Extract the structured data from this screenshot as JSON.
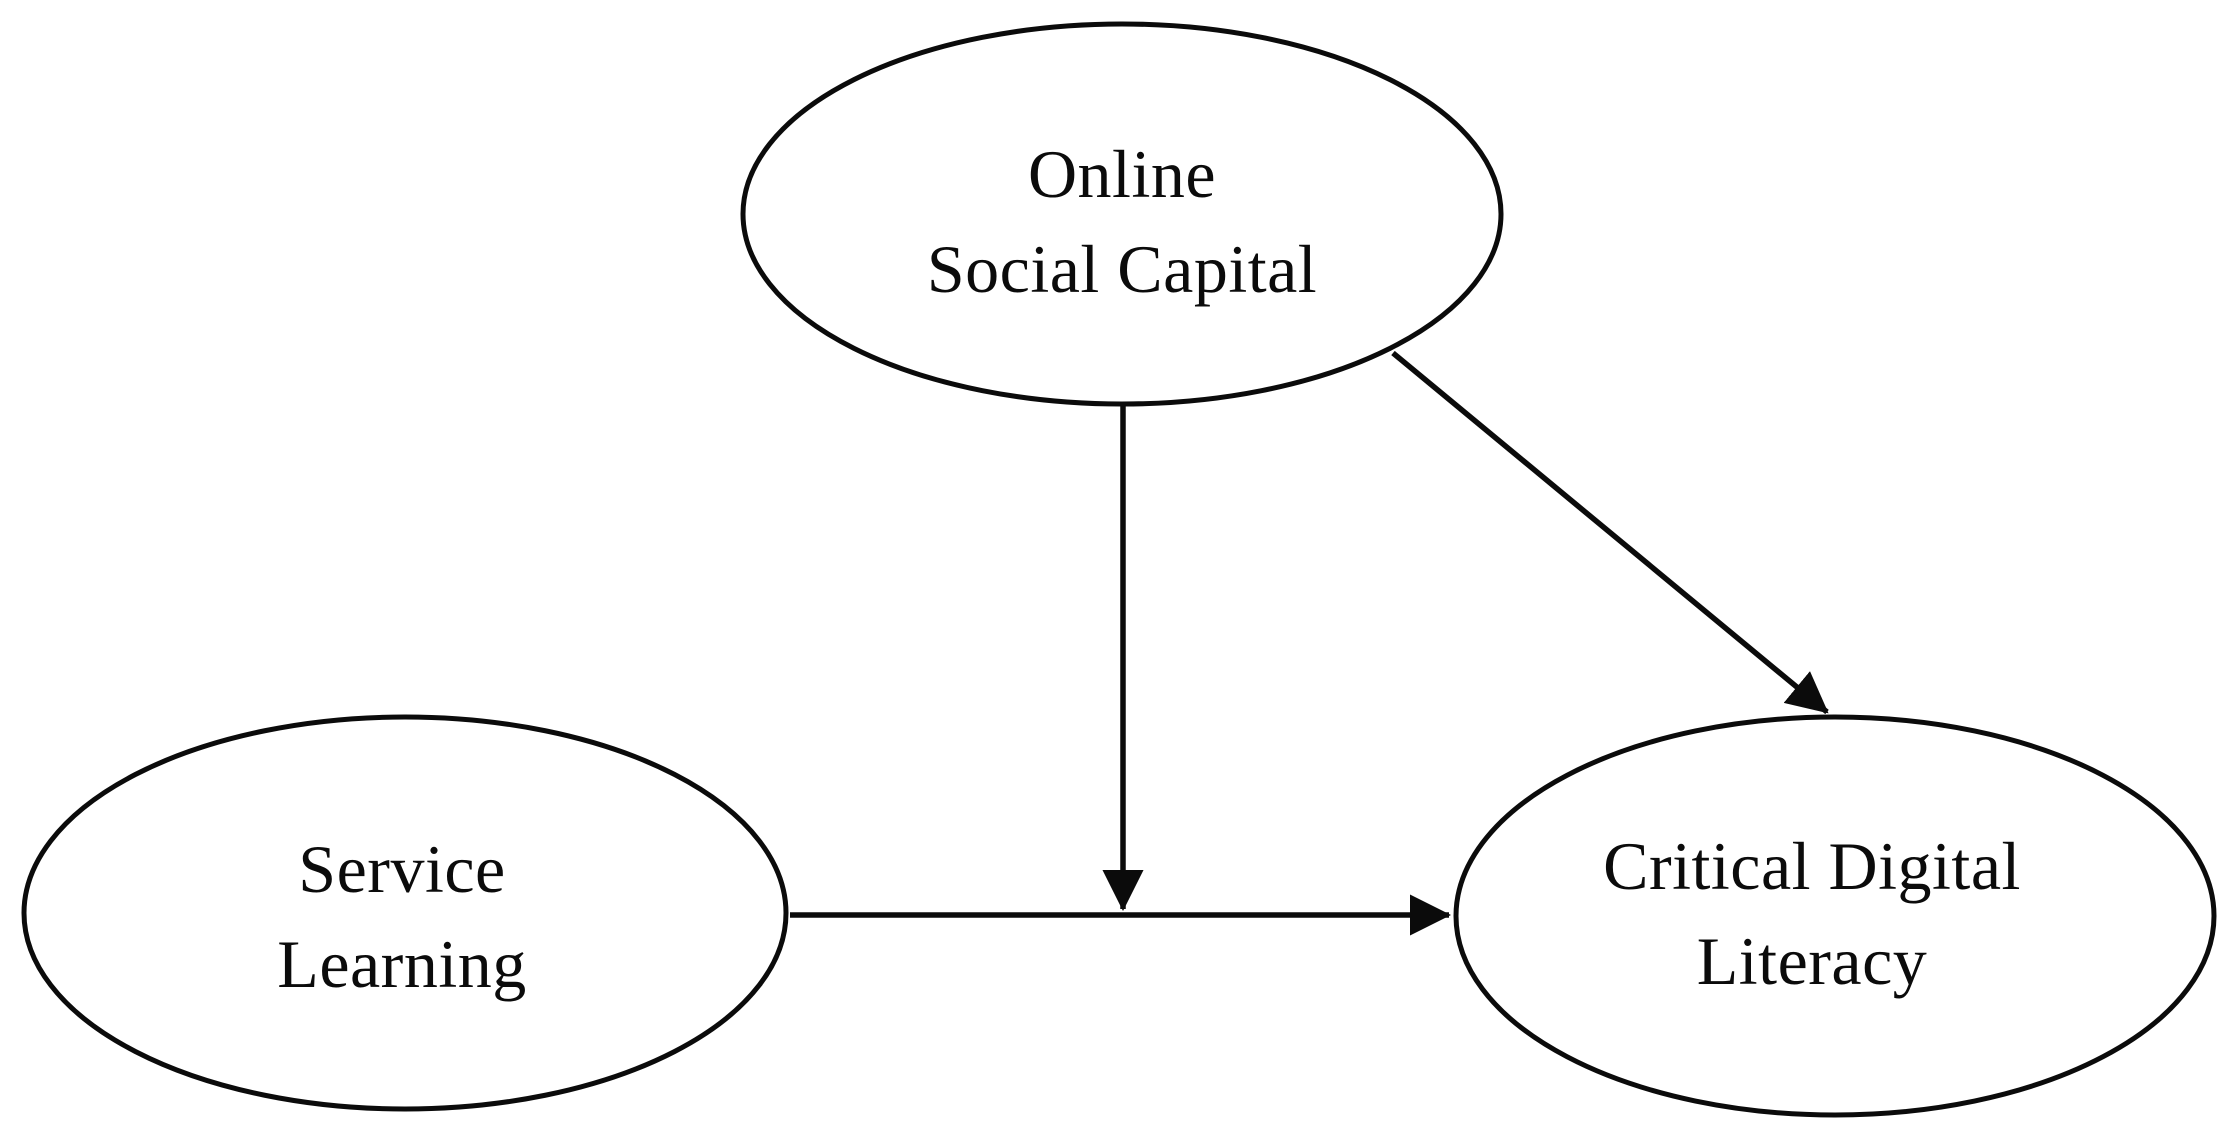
{
  "figure": {
    "type": "path-diagram",
    "background_color": "#ffffff",
    "stroke_color": "#0b0b0b",
    "text_color": "#0b0b0b",
    "nodes": [
      {
        "id": "online-social-capital",
        "shape": "ellipse",
        "label": "Online\nSocial Capital"
      },
      {
        "id": "service-learning",
        "shape": "ellipse",
        "label": "Service\nLearning"
      },
      {
        "id": "critical-digital-literacy",
        "shape": "ellipse",
        "label": "Critical Digital\nLiteracy"
      }
    ],
    "edges": [
      {
        "from": "service-learning",
        "to": "critical-digital-literacy",
        "style": "solid-arrow",
        "direction": "horizontal"
      },
      {
        "from": "online-social-capital",
        "to": "critical-digital-literacy",
        "style": "solid-arrow",
        "direction": "diagonal"
      },
      {
        "from": "online-social-capital",
        "to": "path:service-learning->critical-digital-literacy",
        "style": "solid-arrow",
        "direction": "vertical",
        "role": "moderation"
      }
    ]
  }
}
